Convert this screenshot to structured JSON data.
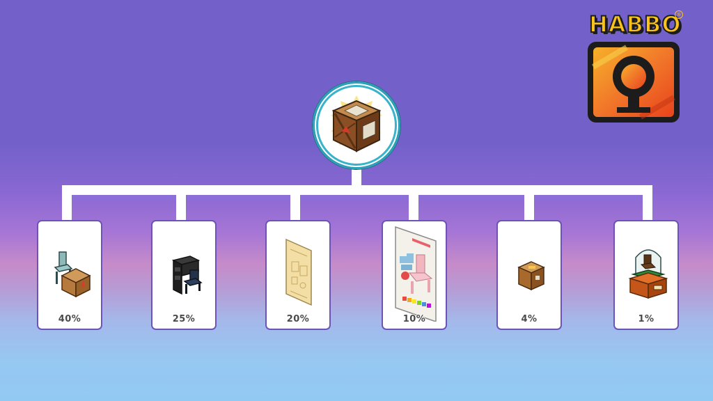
{
  "logo": {
    "wordmark": "HABBO",
    "registered": "®",
    "icon": "habbo-keyhole-icon",
    "colors": {
      "yellow": "#f9c21d",
      "orange": "#f05a1c",
      "outline": "#1c1c1c"
    }
  },
  "mystery_box": {
    "icon": "wooden-crate-icon"
  },
  "prizes": [
    {
      "icon": "chair-and-crate-icon",
      "chance": "40%"
    },
    {
      "icon": "black-desk-chair-icon",
      "chance": "25%"
    },
    {
      "icon": "blueprint-poster-icon",
      "chance": "20%"
    },
    {
      "icon": "plastyk-poster-icon",
      "chance": "10%"
    },
    {
      "icon": "small-crate-icon",
      "chance": "4%"
    },
    {
      "icon": "chair-display-case-icon",
      "chance": "1%"
    }
  ],
  "colors": {
    "background_top": "#7361c9",
    "background_bottom": "#92c9f3",
    "card_border": "#6d52b8",
    "connector": "#ffffff",
    "circle_ring": "#39b2cb"
  }
}
